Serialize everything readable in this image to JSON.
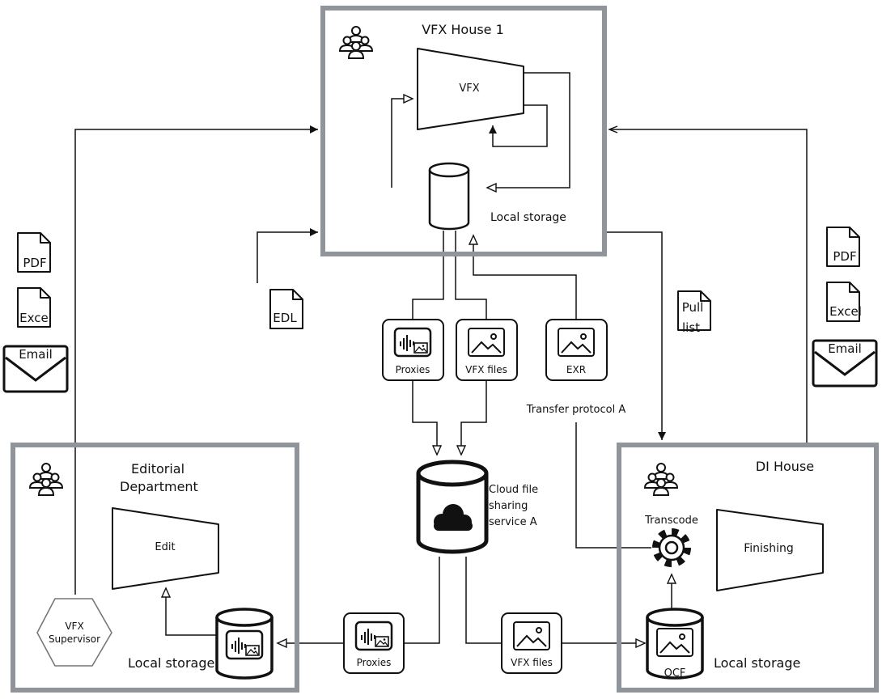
{
  "houses": {
    "vfx": {
      "title": "VFX House 1",
      "process": "VFX",
      "storage_label": "Local storage"
    },
    "editorial": {
      "title_line1": "Editorial",
      "title_line2": "Department",
      "process": "Edit",
      "storage_label": "Local storage",
      "supervisor_line1": "VFX",
      "supervisor_line2": "Supervisor"
    },
    "di": {
      "title": "DI House",
      "process": "Finishing",
      "transcode": "Transcode",
      "storage_label": "Local storage",
      "ocf": "OCF"
    }
  },
  "cloud": {
    "line1": "Cloud file",
    "line2": "sharing",
    "line3": "service A"
  },
  "assets": {
    "proxies_top": "Proxies",
    "vfx_files_top": "VFX files",
    "exr": "EXR",
    "transfer_protocol": "Transfer protocol A",
    "proxies_bottom": "Proxies",
    "vfx_files_bottom": "VFX files"
  },
  "documents": {
    "left": {
      "pdf": "PDF",
      "excel": "Excel",
      "email": "Email"
    },
    "right": {
      "pdf": "PDF",
      "excel": "Excel",
      "email": "Email"
    },
    "edl": "EDL",
    "pull_list_line1": "Pull",
    "pull_list_line2": "list"
  },
  "colors": {
    "house_border": "#8f959b",
    "line": "#111111"
  }
}
